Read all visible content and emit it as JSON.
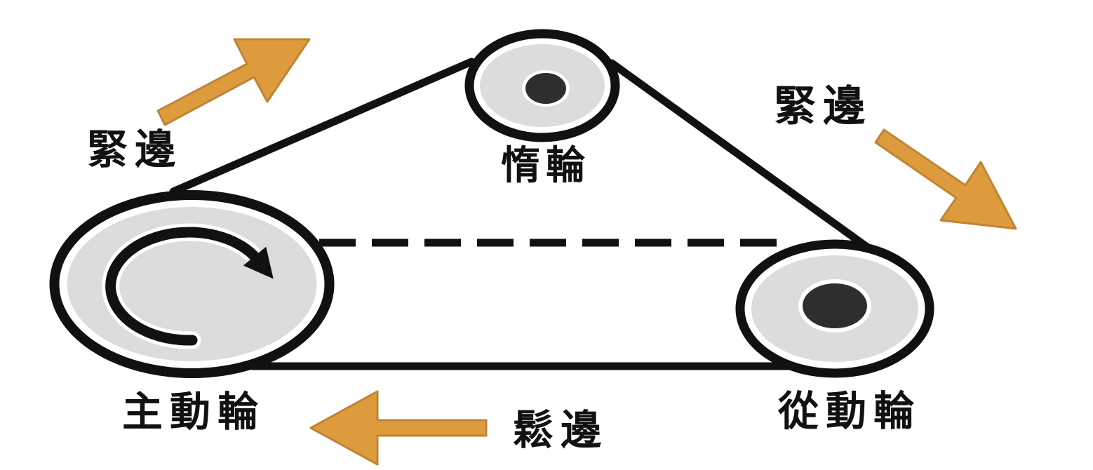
{
  "diagram": {
    "type": "belt-drive-mechanism-diagram",
    "labels": {
      "tight_side_left": "緊邊",
      "tight_side_right": "緊邊",
      "idler_wheel": "惰輪",
      "driving_wheel": "主動輪",
      "loose_side": "鬆邊",
      "driven_wheel": "從動輪"
    },
    "annotations": {
      "rotation_direction": "clockwise",
      "tight_side_left_arrow_direction": "up-right",
      "tight_side_right_arrow_direction": "down-right",
      "loose_side_arrow_direction": "left"
    }
  },
  "colors": {
    "line_black": "#111111",
    "pulley_fill": "#dcdcdc",
    "hub_fill": "#2e2e2e",
    "arrow_orange": "#dd9b3e",
    "arrow_orange_border": "#c08433",
    "background": "#ffffff"
  }
}
